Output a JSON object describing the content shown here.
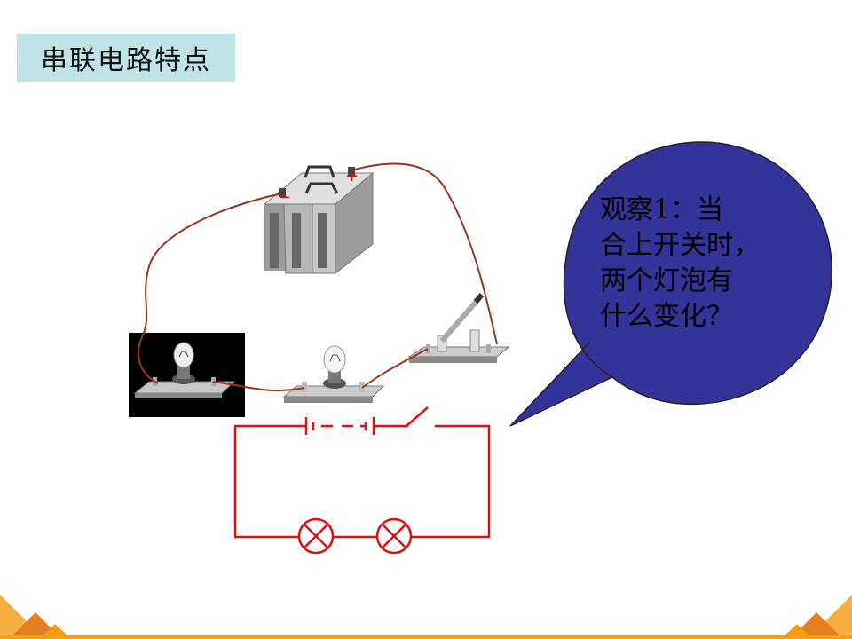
{
  "title": "串联电路特点",
  "bubble": {
    "lines": [
      "观察1：当",
      "合上开关时，",
      "两个灯泡有",
      "什么变化？"
    ],
    "fill": "#333399"
  },
  "battery": {
    "minus_label": "−",
    "plus_label": "+"
  },
  "colors": {
    "circuit": "#dd1111",
    "wire": "#993322",
    "title_bg": "#bfe3e7",
    "accent": "#f0a020"
  }
}
